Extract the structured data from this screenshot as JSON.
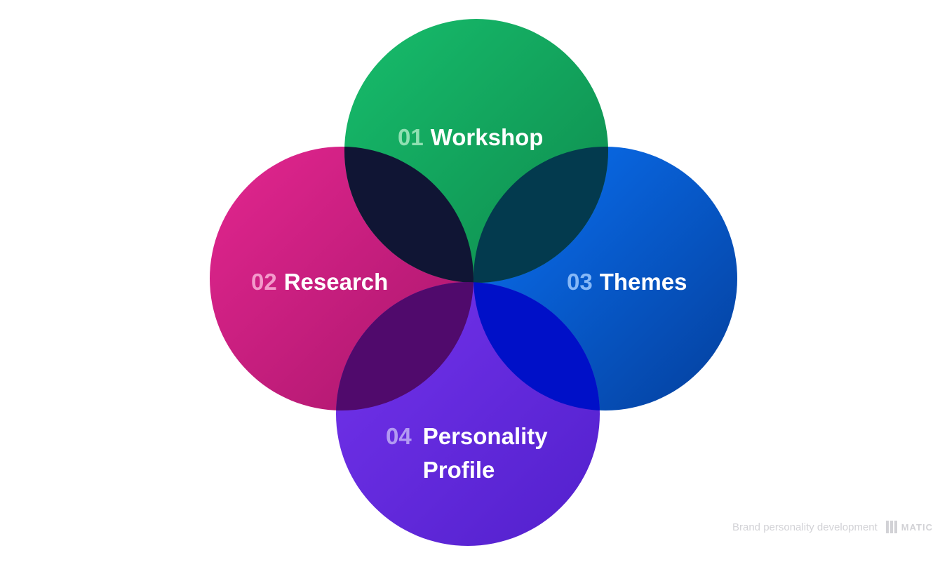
{
  "diagram": {
    "steps": [
      {
        "number": "01",
        "label": "Workshop",
        "color": "#15b469",
        "color_dark": "#0f8c4f"
      },
      {
        "number": "02",
        "label": "Research",
        "color": "#e0248f",
        "color_dark": "#b01872"
      },
      {
        "number": "03",
        "label": "Themes",
        "color": "#0a6bef",
        "color_dark": "#0440a0"
      },
      {
        "number": "04",
        "label_line1": "Personality",
        "label_line2": "Profile",
        "color": "#6d2ee8",
        "color_dark": "#5a20cf"
      }
    ],
    "overlap_colors": {
      "workshop_research": "#101534",
      "workshop_themes": "#033a4e",
      "research_profile": "#500a6c",
      "themes_profile": "#0010c8"
    },
    "number_colors": {
      "workshop": "#8fe0b2",
      "research": "#f39acb",
      "themes": "#86b8f7",
      "profile": "#b39af2"
    }
  },
  "footer": {
    "caption": "Brand personality development",
    "brand": "MATIC"
  }
}
